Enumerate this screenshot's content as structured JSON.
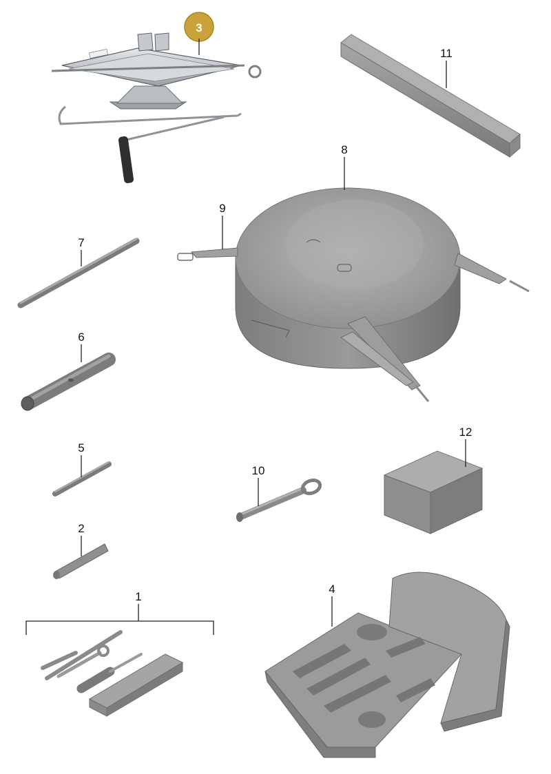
{
  "parts": [
    {
      "number": "3",
      "part": "scissor jack with crank",
      "highlighted": true
    },
    {
      "number": "11",
      "part": "square bar"
    },
    {
      "number": "8",
      "part": "spare wheel cover"
    },
    {
      "number": "9",
      "part": "strap"
    },
    {
      "number": "7",
      "part": "rod"
    },
    {
      "number": "6",
      "part": "box wrench"
    },
    {
      "number": "5",
      "part": "pin"
    },
    {
      "number": "10",
      "part": "towing eye"
    },
    {
      "number": "12",
      "part": "foam block"
    },
    {
      "number": "2",
      "part": "screwdriver blade"
    },
    {
      "number": "1",
      "part": "tool kit"
    },
    {
      "number": "4",
      "part": "tool tray insert"
    }
  ],
  "colors": {
    "highlight_fill": "#c9a33a",
    "highlight_stroke": "#a8861f",
    "part_gray": "#8c8c8c",
    "part_dark": "#6e6e6e",
    "part_light": "#b4b4b4",
    "metal": "#c8ccd0"
  }
}
